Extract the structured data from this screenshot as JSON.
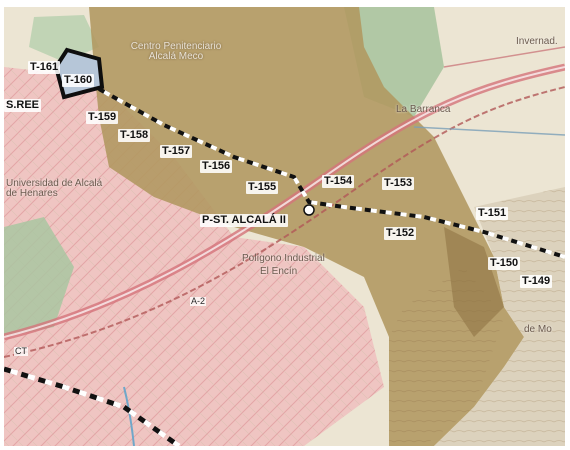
{
  "map": {
    "towers": [
      "T-161",
      "T-160",
      "T-159",
      "T-158",
      "T-157",
      "T-156",
      "T-155",
      "T-154",
      "T-153",
      "T-152",
      "T-151",
      "T-150",
      "T-149"
    ],
    "substation_labels": [
      "S.REE",
      "P-ST. ALCALÁ II"
    ],
    "place_names": {
      "centro_penitenciario": "Centro Penitenciario Alcalá Meco",
      "la_barranca": "La Barranca",
      "universidad": "Universidad de Alcalá de Henares",
      "poligono_line1": "Polígono Industrial",
      "poligono_line2": "El Encín",
      "invernaderos": "Invernad.",
      "la_mo": "de Mo"
    },
    "road_labels": [
      "A-2",
      "CT"
    ],
    "colors": {
      "corridor_fill": "#b09760",
      "urban_pink": "#e9a0a4",
      "line_black": "#111111",
      "line_white": "#ffffff"
    }
  }
}
